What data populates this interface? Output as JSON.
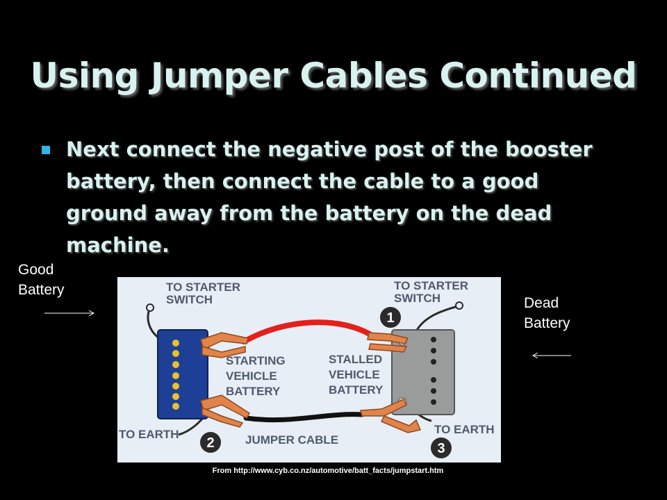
{
  "slide": {
    "title": "Using Jumper Cables Continued",
    "bullet": "Next connect the negative post of the booster battery, then connect the cable to a good ground away from the battery on the dead machine.",
    "good_label_1": "Good",
    "good_label_2": "Battery",
    "dead_label_1": "Dead",
    "dead_label_2": "Battery",
    "caption": "From http://www.cyb.co.nz/automotive/batt_facts/jumpstart.htm"
  },
  "diagram": {
    "left_switch_1": "TO STARTER",
    "left_switch_2": "SWITCH",
    "right_switch_1": "TO STARTER",
    "right_switch_2": "SWITCH",
    "starting_1": "STARTING",
    "starting_2": "VEHICLE",
    "starting_3": "BATTERY",
    "stalled_1": "STALLED",
    "stalled_2": "VEHICLE",
    "stalled_3": "BATTERY",
    "left_earth": "TO EARTH",
    "right_earth": "TO EARTH",
    "jumper": "JUMPER CABLE",
    "step1": "1",
    "step2": "2",
    "step3": "3"
  },
  "colors": {
    "background": "#000000",
    "title_text": "#d8f2f0",
    "bullet_marker": "#2fb7e8",
    "diagram_bg": "#e8eef5",
    "booster_battery": "#1e3f96",
    "dead_battery": "#9a9c9c",
    "clamp": "#e2844a",
    "positive_cable": "#e3201c",
    "negative_cable": "#111111"
  }
}
